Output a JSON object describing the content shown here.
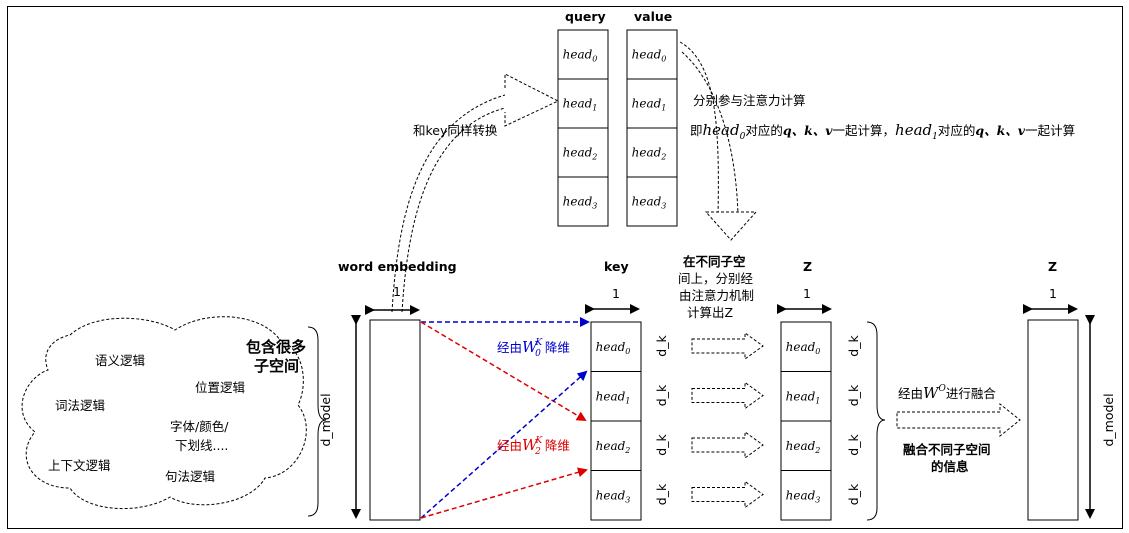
{
  "labels": {
    "query": "query",
    "value": "value",
    "key": "key",
    "z_mid": "Z",
    "z_out": "Z",
    "word_embedding": "word embedding",
    "one": "1",
    "d_model": "d_model",
    "d_k": "d_k",
    "transform_like_key": "和key同样转换",
    "attend_separately": "分别参与注意力计算",
    "attend_detail_prefix": "即",
    "attend_detail_mid1": "对应的",
    "attend_detail_qkv": "q、k、v",
    "attend_detail_mid2": "一起计算，",
    "attend_detail_end": "一起计算",
    "subspace_title_1": "在不同子空",
    "subspace_title_2": "间上，分别经",
    "subspace_title_3": "由注意力机制",
    "subspace_title_4": "计算出Z",
    "contains_subspaces_1": "包含很多",
    "contains_subspaces_2": "子空间",
    "reduce_prefix": "经由",
    "reduce_suffix": "降维",
    "fuse_prefix": "经由",
    "fuse_suffix": "进行融合",
    "fuse_info_1": "融合不同子空间",
    "fuse_info_2": "的信息"
  },
  "heads": [
    "head",
    "head",
    "head",
    "head"
  ],
  "head_indices": [
    "0",
    "1",
    "2",
    "3"
  ],
  "cloud_items": [
    "语义逻辑",
    "位置逻辑",
    "词法逻辑",
    "字体/颜色/",
    "下划线....",
    "上下文逻辑",
    "句法逻辑"
  ],
  "math": {
    "W": "W",
    "W0_sub": "0",
    "W2_sub": "2",
    "K_sup": "K",
    "O_sup": "O"
  },
  "colors": {
    "blue_arrow": "#0000cc",
    "red_arrow": "#dd0000",
    "blue_text": "#0000cc",
    "red_text": "#dd0000"
  }
}
